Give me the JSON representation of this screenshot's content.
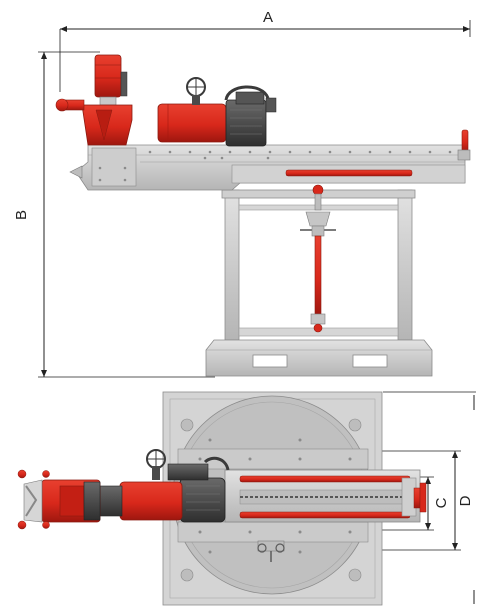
{
  "dimensions": {
    "a": "A",
    "b": "B",
    "c": "C",
    "d": "D"
  },
  "colors": {
    "frame": "#c9c9c9",
    "frame_edge": "#8e8e8e",
    "accent_red": "#d8281b",
    "dark_red": "#a31810",
    "motor_dark": "#4a4a4a",
    "line": "#222222"
  },
  "views": [
    "side-elevation-view",
    "top-plan-view"
  ]
}
